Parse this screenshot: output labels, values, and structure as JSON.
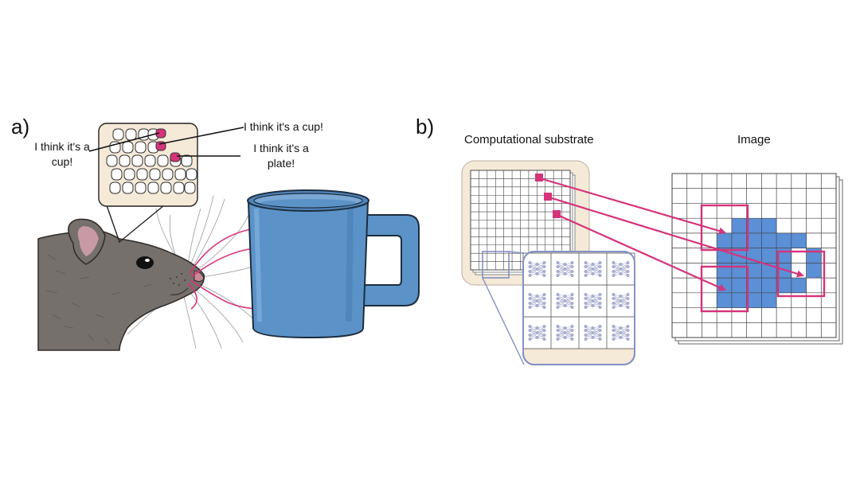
{
  "panel_a": {
    "label": "a)",
    "callouts": {
      "left": "I think it's a cup!",
      "top_right": "I think it's a cup!",
      "right": "I think it's a plate!"
    }
  },
  "panel_b": {
    "label": "b)",
    "substrate_title": "Computational substrate",
    "image_title": "Image"
  },
  "colors": {
    "accent_magenta": "#d6337a",
    "cup_blue": "#5b93c8",
    "pixel_blue": "#5b8fd6",
    "substrate_beige": "#f5e9d7",
    "inset_border": "#8391c4",
    "rat_gray": "#76706c"
  },
  "icons": [
    "rat-icon",
    "mug-icon",
    "neural-network-icon"
  ]
}
